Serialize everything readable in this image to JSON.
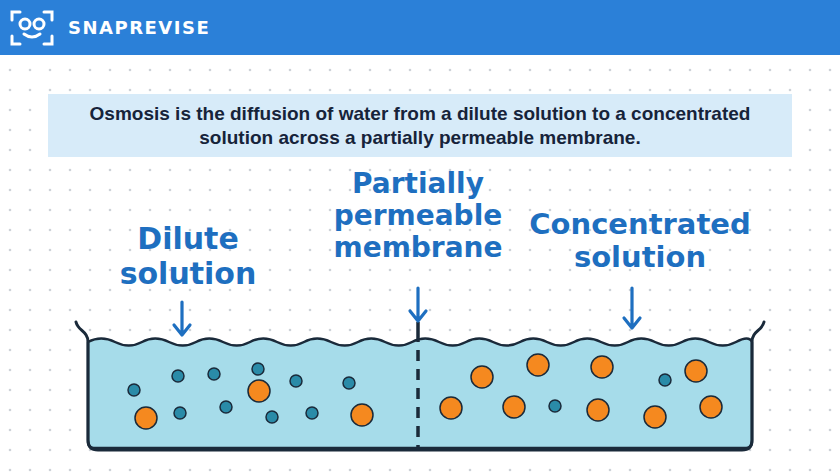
{
  "diagram": {
    "nodes": [
      {
        "text": [
          "Osmosis is the diffusion of water from a dilute solution to a concentrated solution across a partially permeable membrane."
        ]
      }
    ],
    "labels": [
      "SNAPREVISE",
      "Dilute solution",
      "Partially permeable membrane",
      "Concentrated solution"
    ]
  }
}
